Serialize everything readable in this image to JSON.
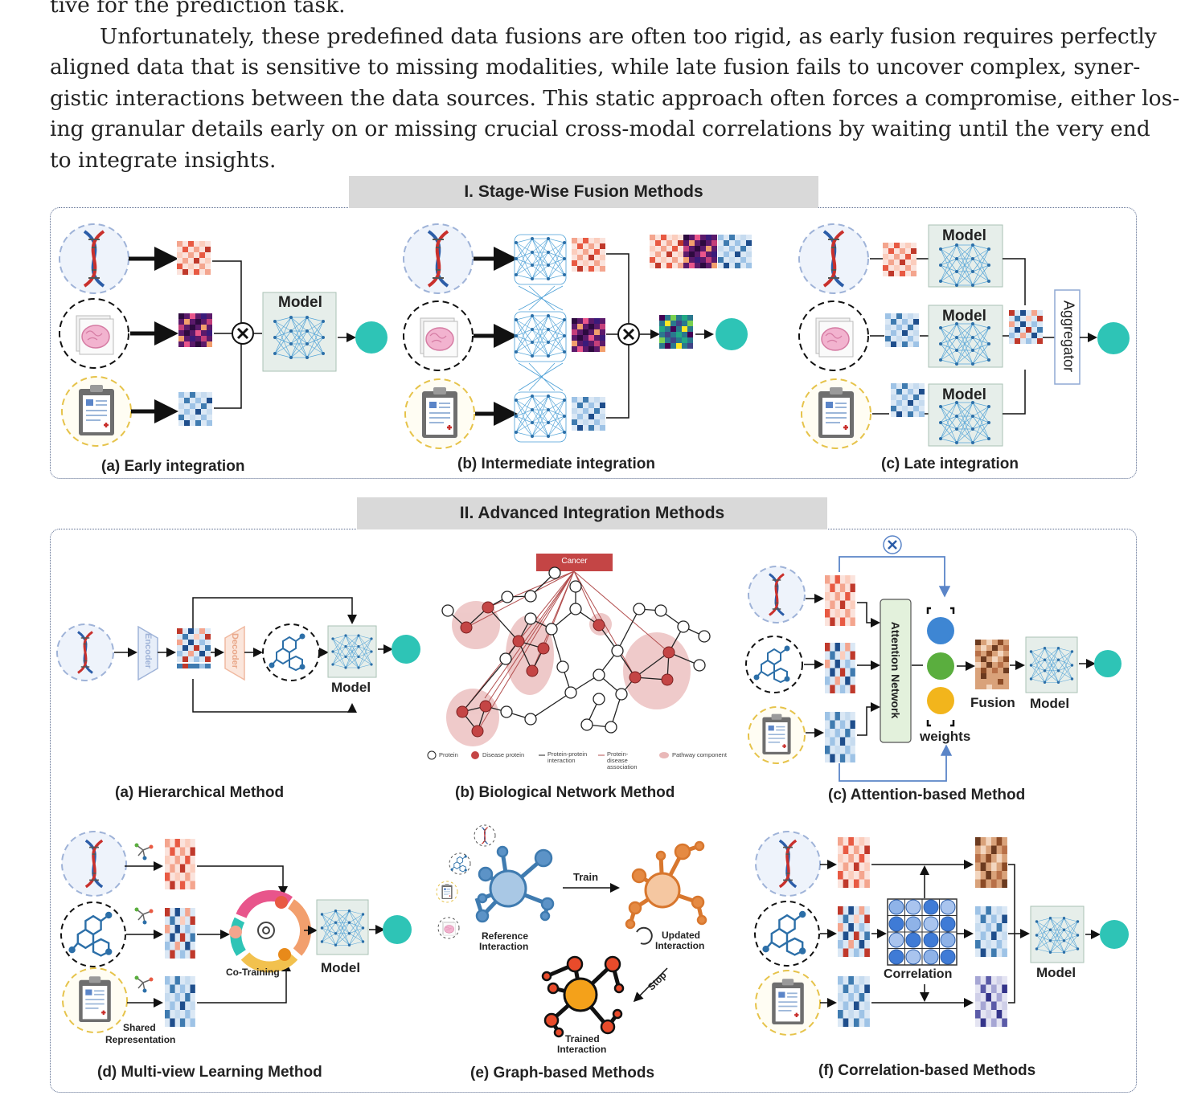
{
  "paragraph": {
    "line1": "tive for the prediction task.",
    "line2": "Unfortunately, these predefined data fusions are often too rigid, as early fusion requires perfectly",
    "line3": "aligned data that is sensitive to missing modalities, while late fusion fails to uncover complex, syner-",
    "line4": "gistic interactions between the data sources. This static approach often forces a compromise, either los-",
    "line5": "ing granular details early on or missing crucial cross-modal correlations by waiting until the very end",
    "line6": "to integrate insights."
  },
  "section1": {
    "title": "I. Stage-Wise Fusion Methods",
    "captions": {
      "a": "(a) Early integration",
      "b": "(b) Intermediate integration",
      "c": "(c) Late integration"
    },
    "labels": {
      "model": "Model",
      "aggregator": "Aggregator"
    }
  },
  "section2": {
    "title": "II. Advanced Integration Methods",
    "captions": {
      "a": "(a) Hierarchical Method",
      "b": "(b) Biological Network Method",
      "c": "(c) Attention-based Method",
      "d": "(d) Multi-view Learning Method",
      "e": "(e) Graph-based Methods",
      "f": "(f) Correlation-based Methods"
    },
    "hierarchical": {
      "encoder": "Encoder",
      "decoder": "Decoder",
      "model": "Model"
    },
    "network": {
      "root": "Cancer",
      "legend": [
        "Protein",
        "Disease protein",
        "Protein-protein interaction",
        "Protein-disease association",
        "Pathway component"
      ]
    },
    "attention": {
      "network": "Attention Network",
      "weights": "weights",
      "fusion": "Fusion",
      "model": "Model"
    },
    "multiview": {
      "co_training": "Co-Training",
      "shared_1": "Shared",
      "shared_2": "Representation",
      "model": "Model"
    },
    "graph": {
      "train": "Train",
      "stop": "Stop",
      "reference_1": "Reference",
      "reference_2": "Interaction",
      "updated_1": "Updated",
      "updated_2": "Interaction",
      "trained_1": "Trained",
      "trained_2": "Interaction"
    },
    "correlation": {
      "label": "Correlation",
      "model": "Model"
    }
  },
  "colors": {
    "teal_output": "#2ec4b6",
    "header_gray": "#d9d9d9",
    "panel_border": "#5a6b8f",
    "network_red": "#c44545",
    "graph_blue": "#3f7bb0",
    "graph_orange": "#d8772e",
    "graph_trained": "#e84b2b",
    "attention_green": "#e3f1dc"
  },
  "icons": [
    "dna-icon",
    "brain-slide-icon",
    "clinical-clipboard-icon",
    "molecule-icon",
    "neural-network-icon",
    "multiply-icon",
    "output-circle-icon",
    "cycle-icon",
    "gear-icon"
  ]
}
